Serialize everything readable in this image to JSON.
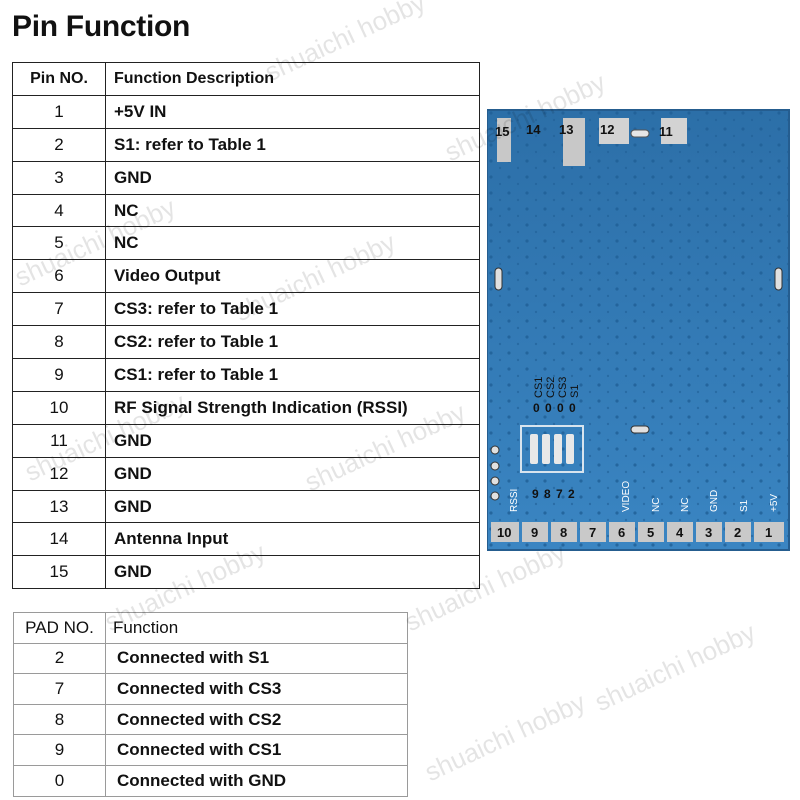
{
  "title": "Pin Function",
  "pin_table": {
    "headers": [
      "Pin NO.",
      "Function Description"
    ],
    "rows": [
      {
        "no": "1",
        "desc": "+5V IN"
      },
      {
        "no": "2",
        "desc": "S1: refer to Table 1"
      },
      {
        "no": "3",
        "desc": "GND"
      },
      {
        "no": "4",
        "desc": "NC"
      },
      {
        "no": "5",
        "desc": "NC"
      },
      {
        "no": "6",
        "desc": "Video Output"
      },
      {
        "no": "7",
        "desc": "CS3: refer to Table 1"
      },
      {
        "no": "8",
        "desc": "CS2: refer to Table 1"
      },
      {
        "no": "9",
        "desc": "CS1: refer to Table 1"
      },
      {
        "no": "10",
        "desc": "RF Signal Strength Indication (RSSI)"
      },
      {
        "no": "11",
        "desc": "GND"
      },
      {
        "no": "12",
        "desc": "GND"
      },
      {
        "no": "13",
        "desc": "GND"
      },
      {
        "no": "14",
        "desc": "Antenna Input"
      },
      {
        "no": "15",
        "desc": "GND"
      }
    ]
  },
  "pad_table": {
    "headers": [
      "PAD NO.",
      "Function"
    ],
    "rows": [
      {
        "no": "2",
        "func": "Connected with S1"
      },
      {
        "no": "7",
        "func": "Connected with CS3"
      },
      {
        "no": "8",
        "func": "Connected with CS2"
      },
      {
        "no": "9",
        "func": "Connected with CS1"
      },
      {
        "no": "0",
        "func": "Connected with GND"
      }
    ]
  },
  "board": {
    "top_pin_labels": [
      "15",
      "14",
      "13",
      "12",
      "11"
    ],
    "switch_labels": [
      "CS1",
      "CS2",
      "CS3",
      "S1"
    ],
    "switch_values": [
      "0",
      "0",
      "0",
      "0"
    ],
    "pad_numbers": [
      "9",
      "8",
      "7",
      "2"
    ],
    "bottom_labels": [
      "RSSI",
      "VIDEO",
      "NC",
      "NC",
      "GND",
      "S1",
      "+5V"
    ],
    "bottom_pin_numbers": [
      "10",
      "9",
      "8",
      "7",
      "6",
      "5",
      "4",
      "3",
      "2",
      "1"
    ],
    "pcb_color": "#2f78b4"
  },
  "watermark": "shuaichi hobby"
}
